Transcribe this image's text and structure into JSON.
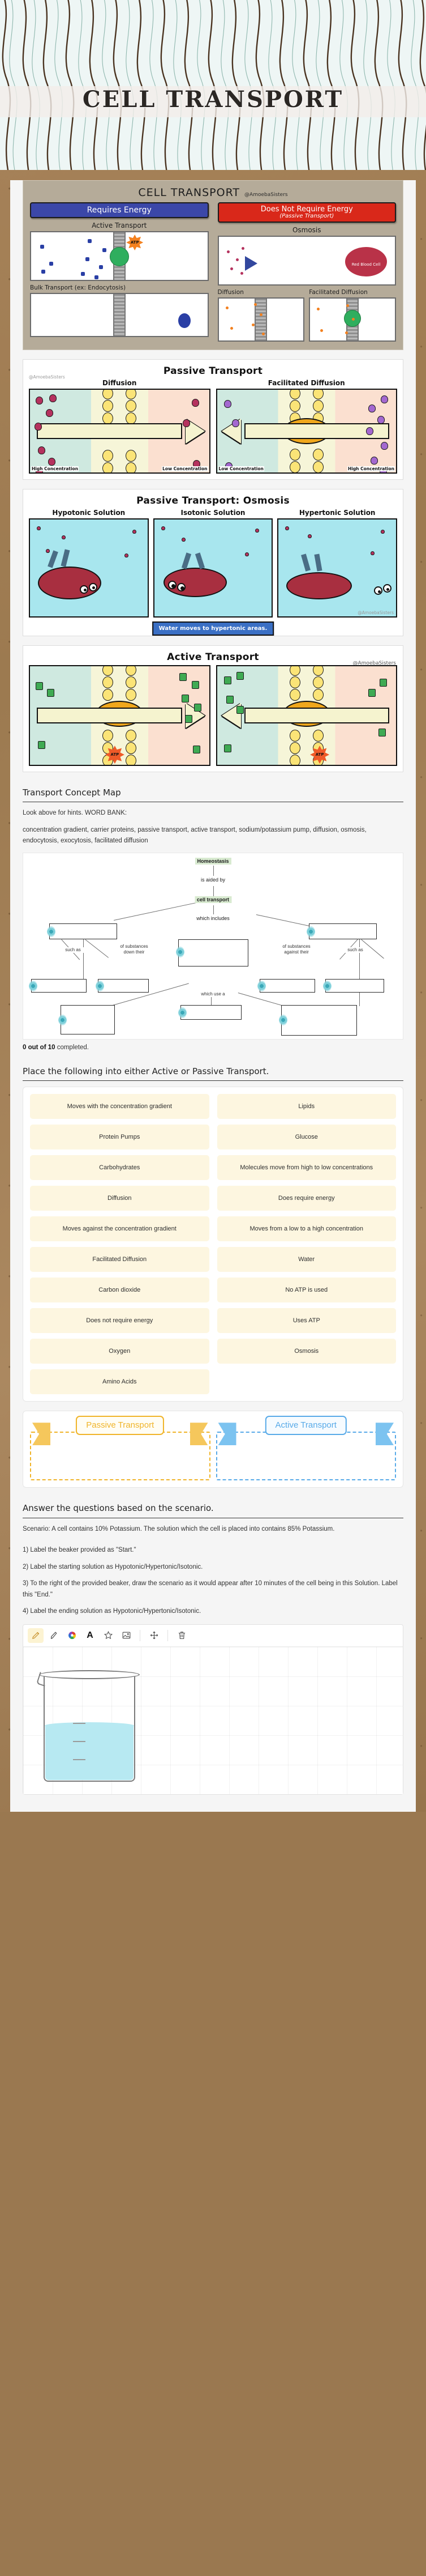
{
  "banner": {
    "title": "CELL TRANSPORT"
  },
  "infographic": {
    "title": "CELL TRANSPORT",
    "credit": "@AmoebaSisters",
    "left_pill": "Requires Energy",
    "right_pill": "Does Not Require Energy",
    "right_pill_sub": "(Passive Transport)",
    "active_transport_label": "Active Transport",
    "osmosis_label": "Osmosis",
    "bulk_transport_label": "Bulk Transport (ex: Endocytosis)",
    "diffusion_label": "Diffusion",
    "facilitated_diffusion_label": "Facilitated Diffusion",
    "atp_label": "ATP",
    "rbc_label": "Red Blood Cell"
  },
  "passive_panel": {
    "title": "Passive Transport",
    "credit": "@AmoebaSisters",
    "left_title": "Diffusion",
    "right_title": "Facilitated Diffusion",
    "left_low": "High Concentration",
    "left_high": "Low Concentration",
    "right_low": "Low Concentration",
    "right_high": "High Concentration"
  },
  "osmosis_panel": {
    "title": "Passive Transport: Osmosis",
    "credit": "@AmoebaSisters",
    "columns": [
      "Hypotonic Solution",
      "Isotonic Solution",
      "Hypertonic Solution"
    ],
    "note": "Water moves to hypertonic areas."
  },
  "active_panel": {
    "title": "Active Transport",
    "credit": "@AmoebaSisters"
  },
  "concept_map_section": {
    "heading": "Transport Concept Map",
    "instructions": "Look above for hints.  WORD BANK:",
    "word_bank": "concentration gradient, carrier proteins, passive transport, active transport, sodium/potassium pump, diffusion, osmosis, endocytosis, exocytosis, facilitated diffusion",
    "status_count": "0 out of 10",
    "status_rest": " completed.",
    "nodes": {
      "homeostasis": "Homeostasis",
      "is_aided_by": "is aided by",
      "cell_transport": "cell transport",
      "which_includes": "which includes",
      "such_as_left": "such as",
      "such_as_right": "such as",
      "of_substances_down": "of substances down their",
      "of_substances_against": "of substances against their",
      "which_use_a": "which use a"
    }
  },
  "sorting_section": {
    "heading": "Place the following into either Active or Passive Transport.",
    "chips": [
      "Moves with the concentration gradient",
      "Lipids",
      "Protein Pumps",
      "Glucose",
      "Carbohydrates",
      "Molecules move from high to low concentrations",
      "Diffusion",
      "Does require energy",
      "Moves against the concentration gradient",
      "Moves from a low to a high concentration",
      "Facilitated Diffusion",
      "Water",
      "Carbon dioxide",
      "No ATP is used",
      "Does not require energy",
      "Uses ATP",
      "Oxygen",
      "Osmosis",
      "Amino Acids"
    ],
    "dropzones": [
      "Passive Transport",
      "Active Transport"
    ]
  },
  "scenario_section": {
    "heading": "Answer the questions based on the scenario.",
    "scenario": "Scenario:  A cell contains 10% Potassium.  The solution which the cell is placed into contains 85% Potassium.",
    "questions": [
      "1)  Label the beaker provided as \"Start.\"",
      "2) Label the starting solution as Hypotonic/Hypertonic/Isotonic.",
      "3)  To the right of the provided beaker, draw the scenario as it would appear after 10 minutes of the cell being in this Solution.  Label this \"End.\"",
      "4) Label the ending solution as  Hypotonic/Hypertonic/Isotonic."
    ],
    "toolbar": [
      {
        "name": "pencil-tool",
        "glyph": "✎"
      },
      {
        "name": "marker-tool",
        "glyph": "✐"
      },
      {
        "name": "color-picker-tool",
        "glyph": "●"
      },
      {
        "name": "text-tool",
        "glyph": "A"
      },
      {
        "name": "shape-tool",
        "glyph": "☆"
      },
      {
        "name": "image-tool",
        "glyph": "Ὓc"
      },
      {
        "name": "move-tool",
        "glyph": "✛"
      },
      {
        "name": "delete-tool",
        "glyph": "Ὕ1"
      }
    ]
  }
}
